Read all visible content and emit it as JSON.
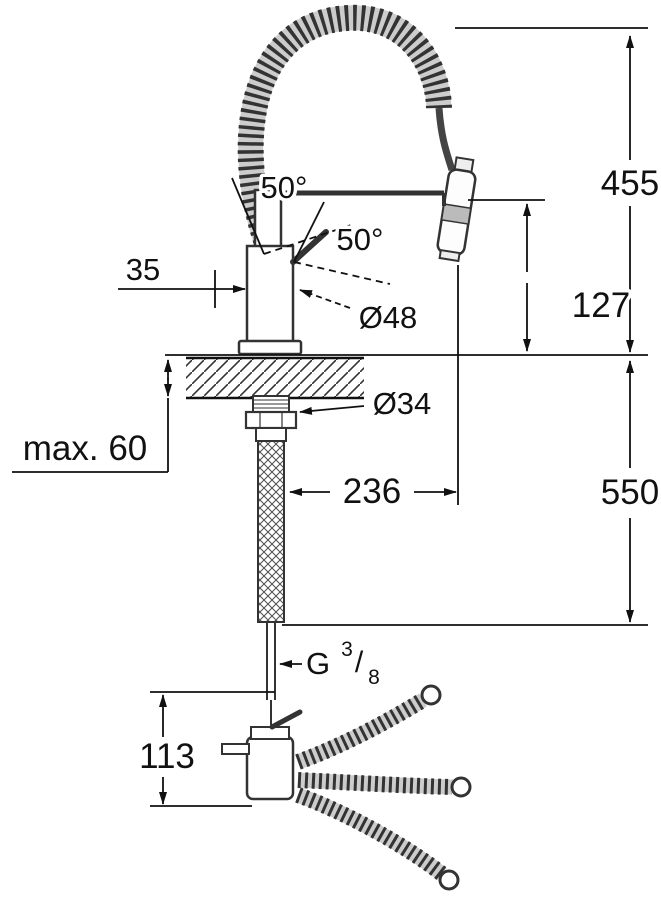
{
  "drawing": {
    "type": "technical-dimension-drawing",
    "subject": "kitchen-faucet-with-pull-out-spring-spout",
    "labels": {
      "angle_upper": "50°",
      "angle_lower": "50°",
      "offset_35": "35",
      "dia_body": "Ø48",
      "dia_hole": "Ø34",
      "max_thickness": "max. 60",
      "height_above": "455",
      "spout_to_counter": "127",
      "projection": "236",
      "hose_below": "550",
      "thread_g": "G",
      "thread_num": "3",
      "thread_slash": "/",
      "thread_den": "8",
      "base_height": "113"
    },
    "colors": {
      "line": "#111111",
      "coil_dark": "#333333",
      "coil_light": "#cccccc",
      "background": "#ffffff"
    }
  }
}
